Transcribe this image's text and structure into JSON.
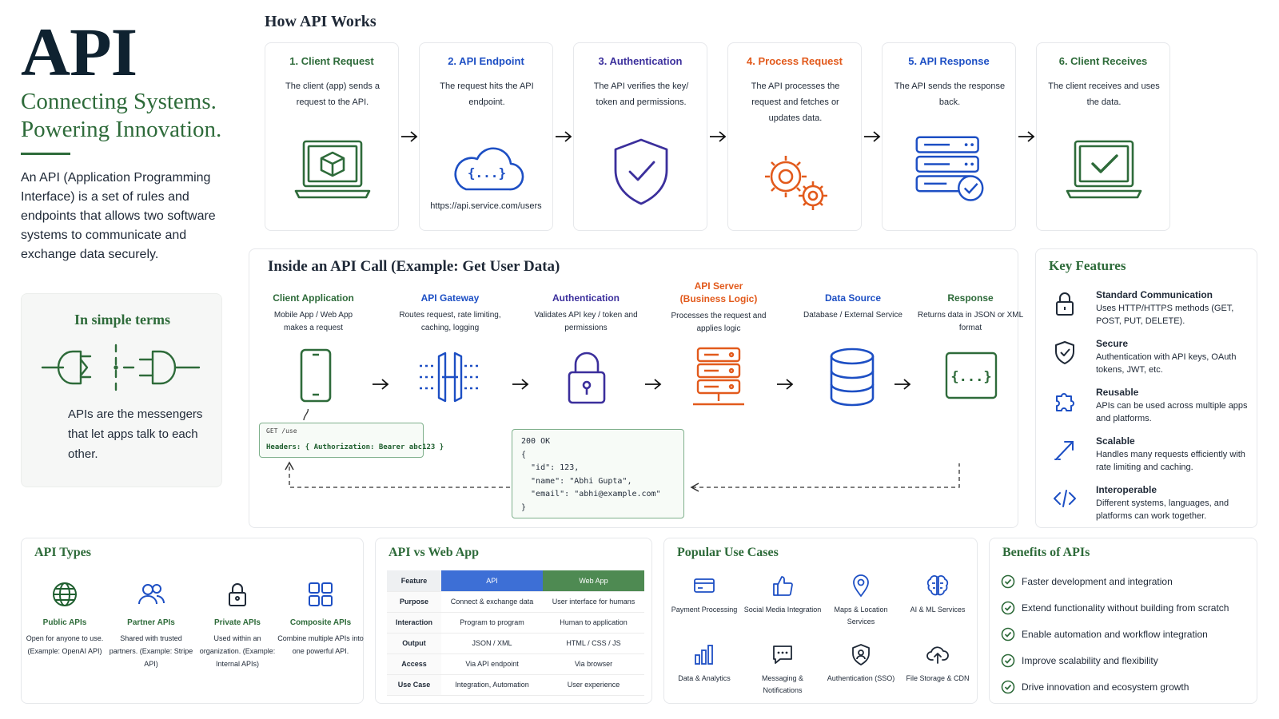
{
  "intro": {
    "title": "API",
    "tagline_1": "Connecting Systems.",
    "tagline_2": "Powering Innovation.",
    "description": "An API (Application Programming Interface) is a set of rules and endpoints that allows two software systems to communicate and exchange data securely.",
    "simple_title": "In simple terms",
    "simple_text": "APIs are the messengers that let apps talk to each other."
  },
  "how": {
    "title": "How API Works",
    "steps": [
      {
        "title": "1. Client Request",
        "desc": "The client (app) sends a request to the API.",
        "icon": "laptop-cube-icon",
        "color": "#2e6b3a"
      },
      {
        "title": "2. API Endpoint",
        "desc": "The request hits the API endpoint.",
        "url": "https://api.service.com/users",
        "icon": "cloud-code-icon",
        "color": "#1d4fc4"
      },
      {
        "title": "3. Authentication",
        "desc": "The API verifies the key/ token and permissions.",
        "icon": "shield-check-icon",
        "color": "#3b2f9c"
      },
      {
        "title": "4. Process Request",
        "desc": "The API processes the request and fetches or updates data.",
        "icon": "gears-icon",
        "color": "#e25a1c"
      },
      {
        "title": "5. API Response",
        "desc": "The API sends the response back.",
        "icon": "server-check-icon",
        "color": "#1d4fc4"
      },
      {
        "title": "6. Client Receives",
        "desc": "The client receives and uses the data.",
        "icon": "laptop-check-icon",
        "color": "#2e6b3a"
      }
    ]
  },
  "inside": {
    "title": "Inside an API Call (Example: Get User Data)",
    "stages": [
      {
        "title": "Client Application",
        "desc": "Mobile App / Web App",
        "desc2": "makes a request",
        "icon": "phone-icon",
        "color": "#2e6b3a"
      },
      {
        "title": "API Gateway",
        "desc": "Routes request, rate limiting, caching, logging",
        "icon": "gateway-icon",
        "color": "#1d4fc4"
      },
      {
        "title": "Authentication",
        "desc": "Validates API key / token and permissions",
        "icon": "padlock-icon",
        "color": "#3b2f9c"
      },
      {
        "title": "API Server",
        "title2": "(Business Logic)",
        "desc": "Processes the request and applies logic",
        "icon": "server-stack-icon",
        "color": "#e25a1c"
      },
      {
        "title": "Data Source",
        "desc": "Database / External Service",
        "icon": "database-icon",
        "color": "#1d4fc4"
      },
      {
        "title": "Response",
        "desc": "Returns data in JSON or XML format",
        "icon": "json-braces-icon",
        "color": "#2e6b3a"
      }
    ],
    "request_line": "GET /use",
    "request_headers": "Headers: { Authorization: Bearer abc123 }",
    "response_lines": [
      "200 OK",
      "{",
      "  \"id\": 123,",
      "  \"name\": \"Abhi Gupta\",",
      "  \"email\": \"abhi@example.com\"",
      "}"
    ]
  },
  "features": {
    "title": "Key Features",
    "items": [
      {
        "title": "Standard Communication",
        "desc": "Uses HTTP/HTTPS methods (GET, POST, PUT, DELETE).",
        "icon": "lock-icon"
      },
      {
        "title": "Secure",
        "desc": "Authentication with API keys, OAuth tokens, JWT, etc.",
        "icon": "shield-icon"
      },
      {
        "title": "Reusable",
        "desc": "APIs can be used across multiple apps and platforms.",
        "icon": "puzzle-icon"
      },
      {
        "title": "Scalable",
        "desc": "Handles many requests efficiently with rate limiting and caching.",
        "icon": "scale-arrow-icon"
      },
      {
        "title": "Interoperable",
        "desc": "Different systems, languages, and platforms can work together.",
        "icon": "code-tag-icon"
      }
    ]
  },
  "types": {
    "title": "API Types",
    "items": [
      {
        "title": "Public APIs",
        "desc": "Open for anyone to use. (Example: OpenAI API)",
        "icon": "globe-icon"
      },
      {
        "title": "Partner APIs",
        "desc": "Shared with trusted partners. (Example: Stripe API)",
        "icon": "users-icon"
      },
      {
        "title": "Private APIs",
        "desc": "Used within an organization. (Example: Internal APIs)",
        "icon": "lock-icon"
      },
      {
        "title": "Composite APIs",
        "desc": "Combine multiple APIs into one powerful API.",
        "icon": "grid-icon"
      }
    ]
  },
  "compare": {
    "title": "API vs Web App",
    "headers": [
      "Feature",
      "API",
      "Web App"
    ],
    "rows": [
      [
        "Purpose",
        "Connect & exchange data",
        "User interface for humans"
      ],
      [
        "Interaction",
        "Program to program",
        "Human to application"
      ],
      [
        "Output",
        "JSON / XML",
        "HTML / CSS / JS"
      ],
      [
        "Access",
        "Via API endpoint",
        "Via browser"
      ],
      [
        "Use Case",
        "Integration, Automation",
        "User experience"
      ]
    ],
    "api_color": "#3d6fd6",
    "webapp_color": "#4e8a52"
  },
  "uses": {
    "title": "Popular Use Cases",
    "items": [
      {
        "label": "Payment Processing",
        "icon": "card-icon"
      },
      {
        "label": "Social Media Integration",
        "icon": "thumbs-up-icon"
      },
      {
        "label": "Maps & Location Services",
        "icon": "map-pin-icon"
      },
      {
        "label": "AI & ML Services",
        "icon": "brain-icon"
      },
      {
        "label": "Data & Analytics",
        "icon": "bar-chart-icon"
      },
      {
        "label": "Messaging & Notifications",
        "icon": "message-icon"
      },
      {
        "label": "Authentication (SSO)",
        "icon": "shield-user-icon"
      },
      {
        "label": "File Storage & CDN",
        "icon": "cloud-upload-icon"
      }
    ]
  },
  "benefits": {
    "title": "Benefits of APIs",
    "items": [
      "Faster development and integration",
      "Extend functionality without building from scratch",
      "Enable automation and workflow integration",
      "Improve scalability and flexibility",
      "Drive innovation and ecosystem growth"
    ]
  },
  "colors": {
    "brand_green": "#2e6b3a",
    "blue": "#1d4fc4",
    "purple": "#3b2f9c",
    "orange": "#e25a1c",
    "navy": "#0f2230"
  }
}
